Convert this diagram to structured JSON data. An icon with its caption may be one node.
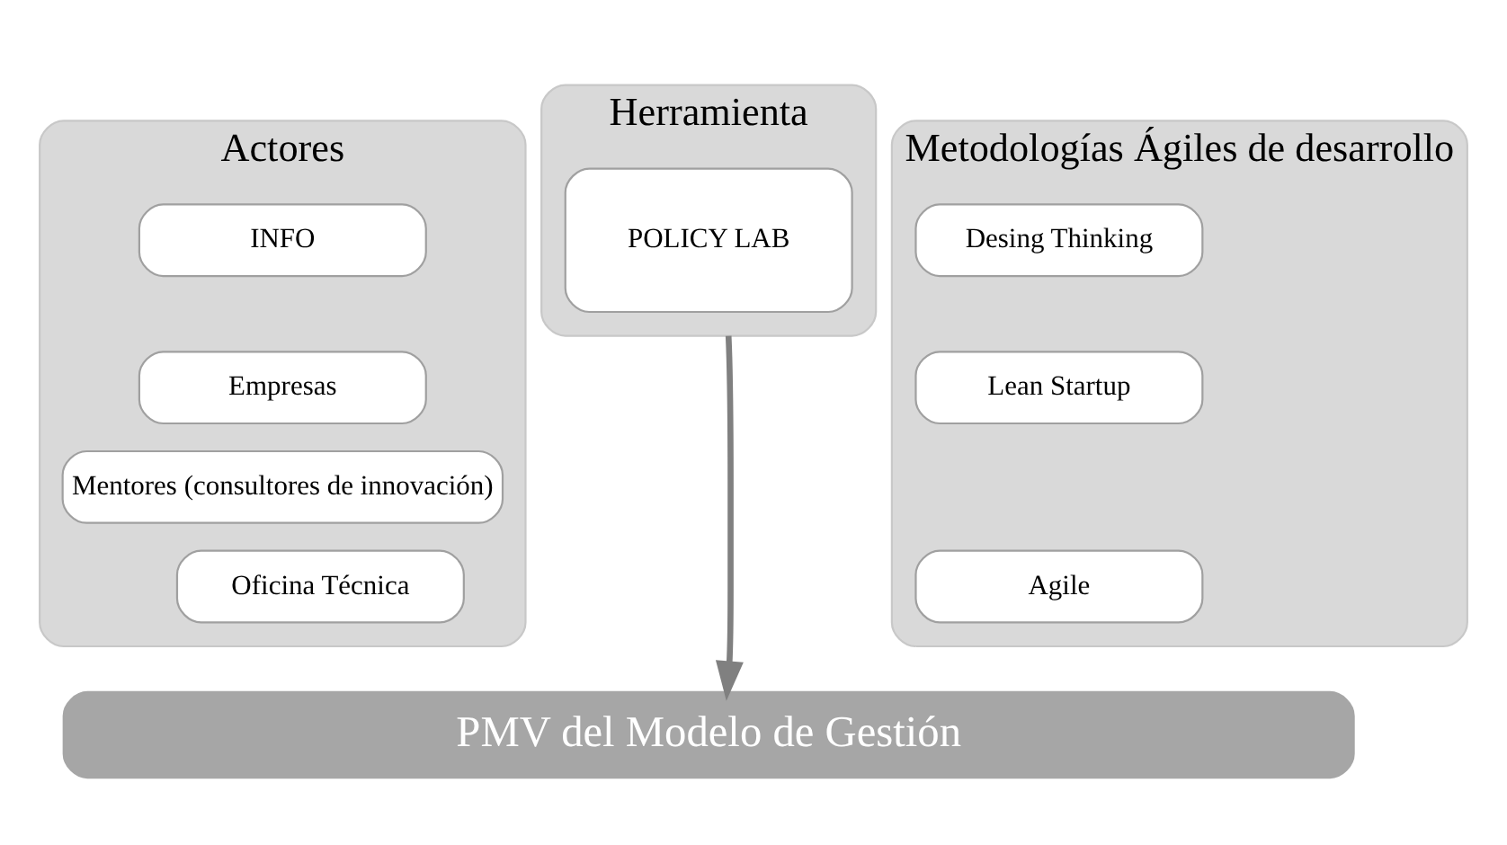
{
  "diagram": {
    "nodes": [
      {
        "text": [
          "Actores"
        ]
      },
      {
        "text": [
          "INFO"
        ],
        "in": 0
      },
      {
        "text": [
          "Empresas"
        ],
        "in": 0
      },
      {
        "text": [
          "Mentores (consultores de innovación)"
        ],
        "in": 0
      },
      {
        "text": [
          "Oficina Técnica"
        ],
        "in": 0
      },
      {
        "text": [
          "Herramienta"
        ]
      },
      {
        "text": [
          "POLICY LAB"
        ],
        "in": 5
      },
      {
        "text": [
          "Metodologías Ágiles de desarrollo"
        ]
      },
      {
        "text": [
          "Desing Thinking"
        ],
        "in": 7
      },
      {
        "text": [
          "Lean Startup"
        ],
        "in": 7
      },
      {
        "text": [
          "Agile"
        ],
        "in": 7
      },
      {
        "text": [
          "PMV del Modelo de Gestión"
        ]
      }
    ],
    "edges": [
      {
        "from": 5,
        "to": 11,
        "arrow": "to",
        "color": "#808080"
      }
    ]
  }
}
